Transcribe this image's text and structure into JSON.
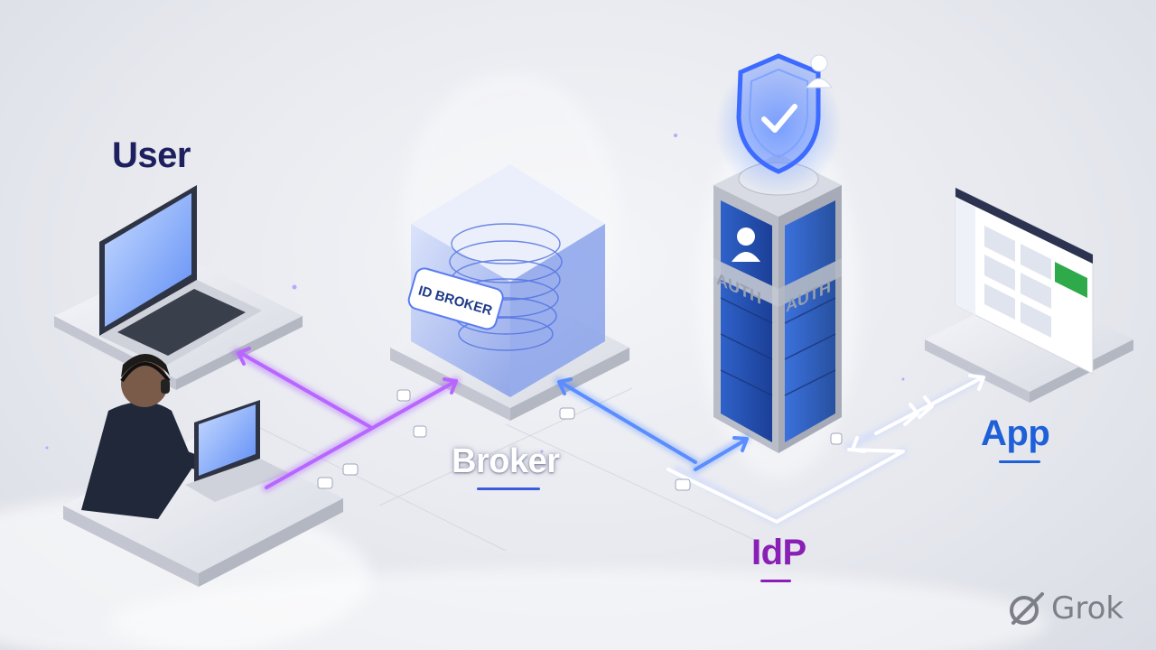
{
  "labels": {
    "user": "User",
    "broker": "Broker",
    "idp": "IdP",
    "app": "App"
  },
  "broker_sign": "ID BROKER",
  "tower_text": [
    "AUTH",
    "AUTH"
  ],
  "watermark": {
    "text": "Grok",
    "icon": "grok-logo-icon"
  },
  "icons": [
    "laptop-icon",
    "person-with-headset-icon",
    "cube-icon",
    "shield-check-icon",
    "user-icon",
    "server-tower-icon",
    "app-window-icon",
    "arrow-icon"
  ],
  "colors": {
    "user": "#1d1f5e",
    "broker": "#ffffff",
    "idp": "#8a1fb5",
    "app": "#1f5fd8",
    "purple_flow": "#a44cff",
    "blue_flow": "#3d7bff"
  }
}
